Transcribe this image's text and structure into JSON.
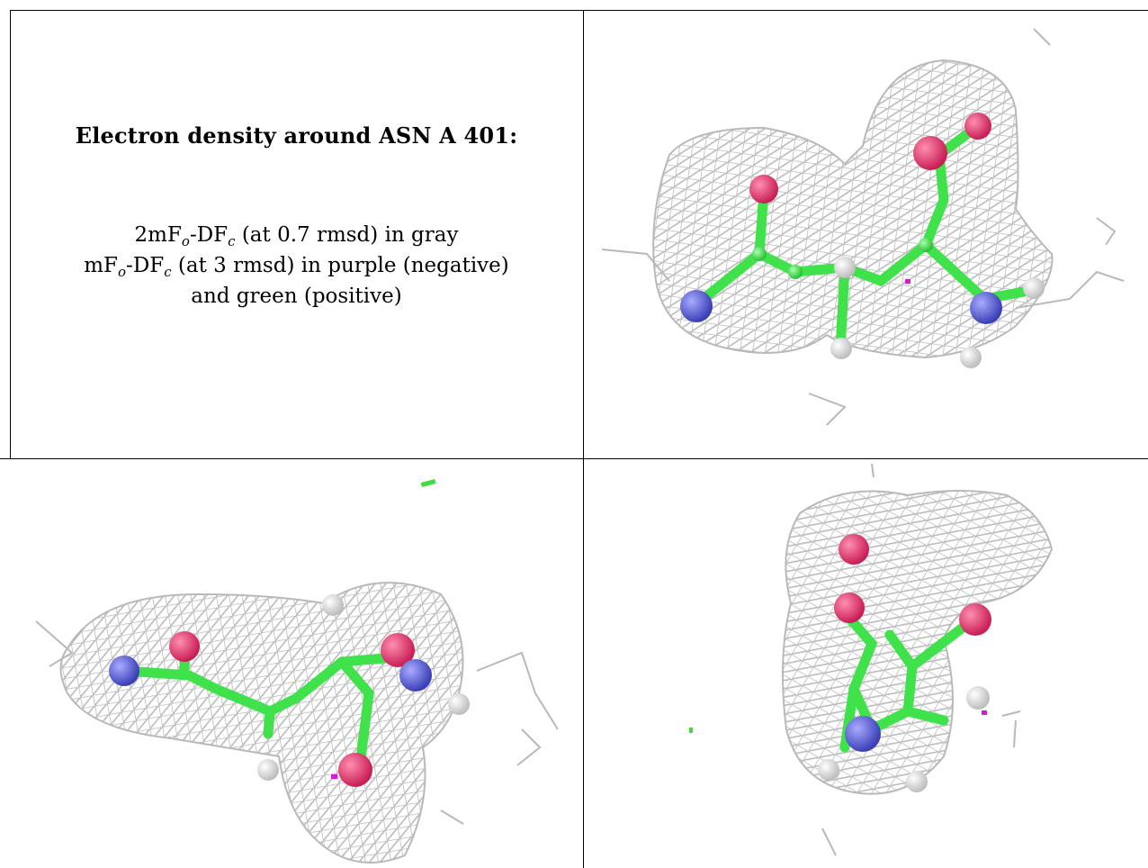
{
  "caption": {
    "title": "Electron density around ASN A 401:",
    "line1_pre": "2mF",
    "line1_sub1": "o",
    "line1_mid": "-DF",
    "line1_sub2": "c",
    "line1_post": " (at 0.7 rmsd) in gray",
    "line2_pre": "mF",
    "line2_sub1": "o",
    "line2_mid": "-DF",
    "line2_sub2": "c",
    "line2_post": " (at 3 rmsd) in purple (negative)",
    "line3": "and green (positive)"
  },
  "colors": {
    "mesh": "#b9b9b9",
    "carbon": "#3fe24a",
    "oxygen": "#e8336b",
    "nitrogen": "#5a5fd6",
    "hydrogen": "#e6e6e6",
    "negative_density": "#d21fd2",
    "positive_density": "#3fdc3f"
  },
  "panels": [
    {
      "view": "top-right",
      "contains": [
        "density-mesh",
        "asn-stick-model"
      ]
    },
    {
      "view": "bottom-left",
      "contains": [
        "density-mesh",
        "asn-stick-model"
      ]
    },
    {
      "view": "bottom-right",
      "contains": [
        "density-mesh",
        "asn-stick-model"
      ]
    }
  ]
}
